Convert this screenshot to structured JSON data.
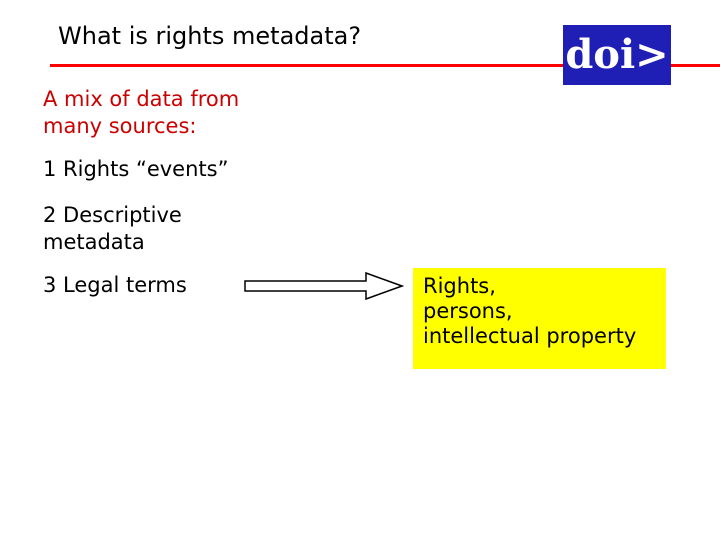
{
  "slide": {
    "title": "What is rights metadata?",
    "logo_text": "doi>",
    "intro": {
      "line1": "A mix of data from",
      "line2": "many sources:"
    },
    "items": [
      {
        "line1": "1 Rights “events”"
      },
      {
        "line1": "2 Descriptive",
        "line2": "metadata"
      },
      {
        "line1": "3 Legal terms"
      }
    ],
    "callout": {
      "line1": "Rights,",
      "line2": "persons,",
      "line3": "intellectual property"
    },
    "colors": {
      "title_rule": "#ff0000",
      "intro_text": "#cc0000",
      "logo_bg": "#1f1fb6",
      "callout_bg": "#ffff00"
    }
  }
}
